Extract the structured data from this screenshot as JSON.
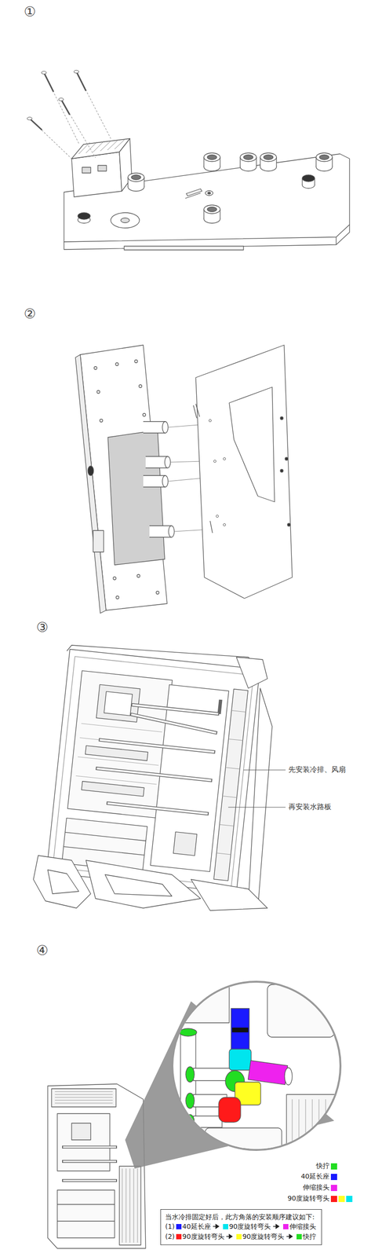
{
  "diagram": {
    "nodes": [
      {
        "text": [
          "当水冷排固定好后，此方角落的安装顺序建议如下:",
          "(1)",
          "40延长座",
          "90度旋转弯头",
          "伸缩接头",
          "(2)",
          "90度旋转弯头",
          "90度旋转弯头",
          "快拧"
        ]
      }
    ],
    "labels": [
      "①",
      "②",
      "③",
      "④",
      "先安装冷排、风扇",
      "再安装水路板"
    ],
    "legend": [
      {
        "text": "快拧",
        "color": "#22dd22"
      },
      {
        "text": "40延长座",
        "color": "#1a1aff"
      },
      {
        "text": "伸缩接头",
        "color": "#ee22ee"
      },
      {
        "text": "90度旋转弯头",
        "color": "#ff1a1a"
      }
    ]
  }
}
